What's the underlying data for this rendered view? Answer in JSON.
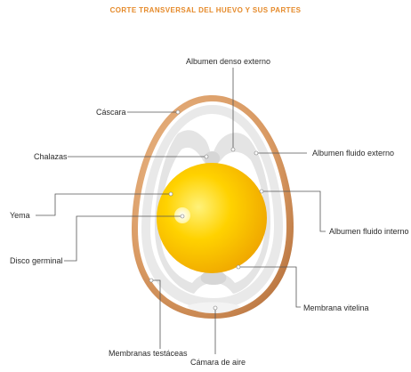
{
  "title": "CORTE TRANSVERSAL DEL HUEVO Y SUS PARTES",
  "labels": {
    "albumen_denso_externo": "Albumen denso externo",
    "cascara": "Cáscara",
    "albumen_fluido_externo": "Albumen fluido externo",
    "chalazas": "Chalazas",
    "yema": "Yema",
    "albumen_fluido_interno": "Albumen fluido interno",
    "disco_germinal": "Disco germinal",
    "membrana_vitelina": "Membrana vitelina",
    "membranas_testaceas": "Membranas testáceas",
    "camara_de_aire": "Cámara de aire"
  },
  "colors": {
    "title": "#e58a2a",
    "shell": "#d99a63",
    "albumen_outer": "#ececec",
    "albumen_thin": "#ffffff",
    "yolk": "#f7c600",
    "yolk_center": "#fff27a"
  }
}
